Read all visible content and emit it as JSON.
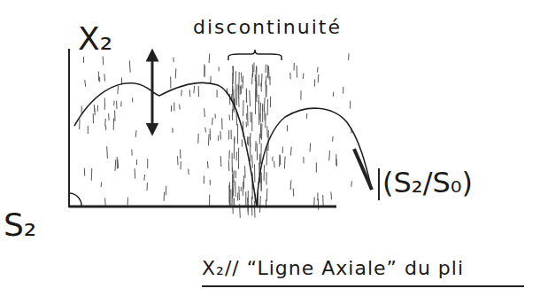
{
  "diagram": {
    "labels": [
      "discontinuité",
      "X₂",
      "S₂",
      "(S₂/S₀)",
      "X₂// “Ligne Axiale” du pli"
    ]
  }
}
